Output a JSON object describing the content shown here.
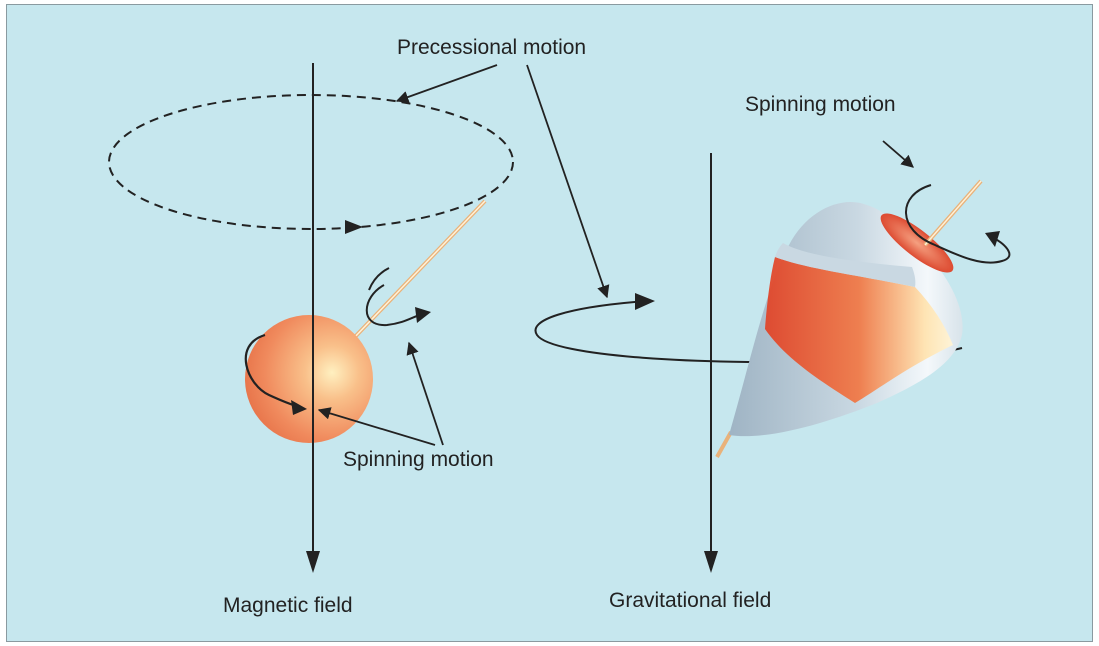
{
  "labels": {
    "precessional_motion": "Precessional motion",
    "spinning_motion_left": "Spinning motion",
    "spinning_motion_right": "Spinning motion",
    "magnetic_field": "Magnetic field",
    "gravitational_field": "Gravitational field"
  },
  "colors": {
    "background": "#c6e7ee",
    "sphere_orange": "#f08a5d",
    "top_red": "#e0452a",
    "top_body": "#b8ccd8",
    "axis_rod": "#f5c78a",
    "lines": "#222222"
  }
}
